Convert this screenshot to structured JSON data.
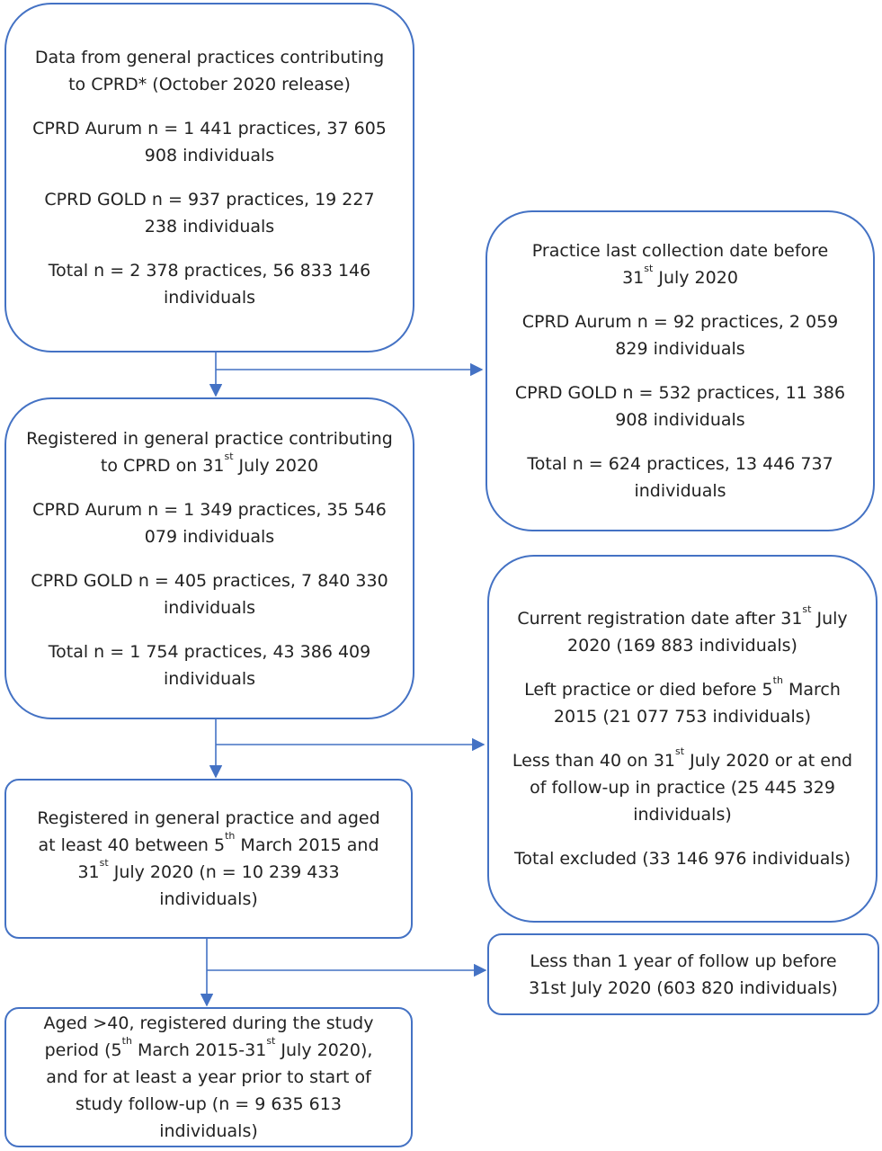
{
  "colors": {
    "box_border": "#4472C4",
    "arrow": "#4472C4",
    "text": "#222222"
  },
  "box1": {
    "line_a": "Data from general practices contributing to CPRD* (October 2020 release)",
    "line_b": "CPRD Aurum n = 1 441 practices, 37 605 908 individuals",
    "line_c": "CPRD GOLD n = 937 practices, 19 227 238 individuals",
    "line_d": "Total n = 2 378 practices, 56 833 146 individuals"
  },
  "box2": {
    "title_a": "Practice last collection date before ",
    "title_b": "31",
    "title_sup": "st",
    "title_c": " July 2020",
    "line_b": "CPRD Aurum n = 92 practices, 2 059 829 individuals",
    "line_c": "CPRD GOLD n = 532 practices, 11 386 908 individuals",
    "line_d": "Total n = 624 practices, 13 446 737 individuals"
  },
  "box3": {
    "title_a": "Registered in general practice contributing to CPRD on 31",
    "title_sup": "st",
    "title_b": " July 2020",
    "line_b": "CPRD Aurum n = 1 349 practices, 35 546 079 individuals",
    "line_c": "CPRD GOLD n = 405 practices, 7 840 330 individuals",
    "line_d": "Total n = 1 754 practices, 43 386 409 individuals"
  },
  "box4": {
    "l1_a": "Current registration date after 31",
    "l1_sup": "st",
    "l1_b": " July 2020 (169 883 individuals)",
    "l2_a": "Left practice or died before 5",
    "l2_sup": "th",
    "l2_b": " March 2015 (21 077 753 individuals)",
    "l3_a": "Less than 40 on 31",
    "l3_sup": "st",
    "l3_b": " July 2020 or at end of follow-up in practice (25 445 329 individuals)",
    "l4": "Total excluded (33 146 976 individuals)"
  },
  "box5": {
    "a": "Registered in general practice and aged at least 40 between 5",
    "sup1": "th",
    "b": " March 2015 and 31",
    "sup2": "st",
    "c": " July 2020 (n = 10 239 433 individuals)"
  },
  "box6": {
    "text": "Less than 1 year of follow up before 31st July 2020 (603 820 individuals)"
  },
  "box7": {
    "a": "Aged >40, registered during the study period (5",
    "sup1": "th",
    "b": " March 2015-31",
    "sup2": "st",
    "c": " July 2020), and for at least a year prior to start of study follow-up (n = 9 635 613 individuals)"
  }
}
